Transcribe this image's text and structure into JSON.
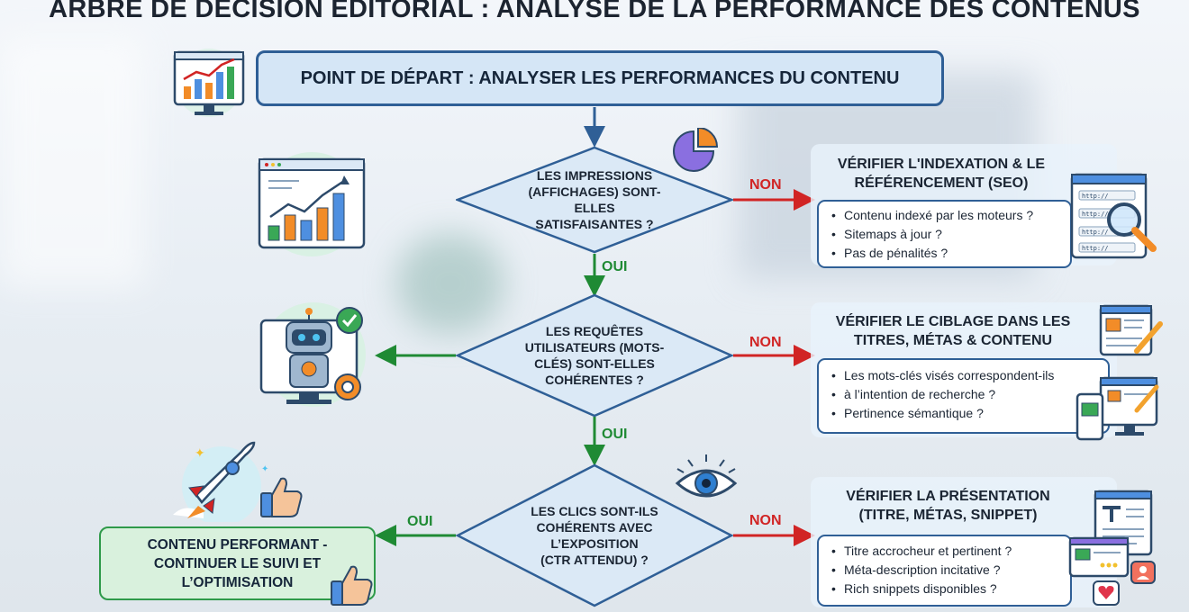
{
  "title": "ARBRE DE DÉCISION ÉDITORIAL : ANALYSE DE LA PERFORMANCE DES CONTENUS",
  "start": "POINT DE DÉPART : ANALYSER LES PERFORMANCES DU CONTENU",
  "q1": {
    "l1": "LES IMPRESSIONS",
    "l2": "(AFFICHAGES) SONT-ELLES",
    "l3": "SATISFAISANTES ?"
  },
  "q2": {
    "l1": "LES REQUÊTES",
    "l2": "UTILISATEURS (MOTS-",
    "l3": "CLÉS) SONT-ELLES",
    "l4": "COHÉRENTES ?"
  },
  "q3": {
    "l1": "LES CLICS SONT-ILS",
    "l2": "COHÉRENTS AVEC",
    "l3": "L’EXPOSITION",
    "l4": "(CTR ATTENDU) ?"
  },
  "no": "NON",
  "yes": "OUI",
  "box1": {
    "h1": "VÉRIFIER L'INDEXATION & LE",
    "h2": "RÉFÉRENCEMENT (SEO)",
    "items": [
      "Contenu indexé par les moteurs ?",
      "Sitemaps à jour ?",
      "Pas de pénalités ?"
    ]
  },
  "box2": {
    "h1": "VÉRIFIER LE CIBLAGE DANS LES",
    "h2": "TITRES, MÉTAS & CONTENU",
    "items": [
      "Les mots-clés visés correspondent-ils",
      "à l’intention de recherche ?",
      "Pertinence sémantique ?"
    ]
  },
  "box3": {
    "h1": "VÉRIFIER LA PRÉSENTATION",
    "h2": "(TITRE, MÉTAS, SNIPPET)",
    "items": [
      "Titre accrocheur et pertinent ?",
      "Méta-description incitative ?",
      "Rich snippets disponibles ?"
    ]
  },
  "final": {
    "l1": "CONTENU PERFORMANT -",
    "l2": "CONTINUER LE SUIVI ET",
    "l3": "L’OPTIMISATION"
  },
  "url_text": "http://",
  "colors": {
    "blue": "#2f5f96",
    "red": "#d12424",
    "green": "#1f8a34",
    "start_fill": "#d5e6f6",
    "final_fill": "#d9f1dd"
  }
}
